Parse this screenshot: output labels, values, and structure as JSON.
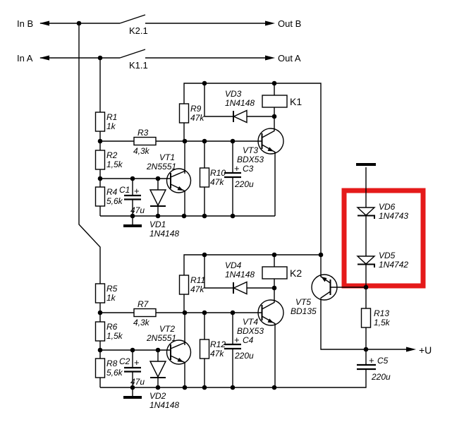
{
  "io": {
    "in_b": "In B",
    "in_a": "In A",
    "out_b": "Out B",
    "out_a": "Out A",
    "supply_label": "+U"
  },
  "switches": {
    "k2_1": "K2.1",
    "k1_1": "K1.1"
  },
  "relays": {
    "k1": "K1",
    "k2": "K2"
  },
  "colors": {
    "highlight": "#e51a1a",
    "wire": "#000000"
  },
  "components": {
    "r1": {
      "name": "R1",
      "value": "1k"
    },
    "r2": {
      "name": "R2",
      "value": "1,5k"
    },
    "r3": {
      "name": "R3",
      "value": "4,3k"
    },
    "r4": {
      "name": "R4",
      "value": "5,6k"
    },
    "r5": {
      "name": "R5",
      "value": "1k"
    },
    "r6": {
      "name": "R6",
      "value": "1,5k"
    },
    "r7": {
      "name": "R7",
      "value": "4,3k"
    },
    "r8": {
      "name": "R8",
      "value": "5,6k"
    },
    "r9": {
      "name": "R9",
      "value": "47k"
    },
    "r10": {
      "name": "R10",
      "value": "47k"
    },
    "r11": {
      "name": "R11",
      "value": "47k"
    },
    "r12": {
      "name": "R12",
      "value": "47k"
    },
    "r13": {
      "name": "R13",
      "value": "1,5k"
    },
    "c1": {
      "name": "C1",
      "value": "47u",
      "polarity": "+"
    },
    "c2": {
      "name": "C2",
      "value": "47u",
      "polarity": "+"
    },
    "c3": {
      "name": "C3",
      "value": "220u",
      "polarity": "+"
    },
    "c4": {
      "name": "C4",
      "value": "220u",
      "polarity": "+"
    },
    "c5": {
      "name": "C5",
      "value": "220u",
      "polarity": "+"
    },
    "vd1": {
      "name": "VD1",
      "value": "1N4148"
    },
    "vd2": {
      "name": "VD2",
      "value": "1N4148"
    },
    "vd3": {
      "name": "VD3",
      "value": "1N4148"
    },
    "vd4": {
      "name": "VD4",
      "value": "1N4148"
    },
    "vd5": {
      "name": "VD5",
      "value": "1N4742"
    },
    "vd6": {
      "name": "VD6",
      "value": "1N4743"
    },
    "vt1": {
      "name": "VT1",
      "value": "2N5551"
    },
    "vt2": {
      "name": "VT2",
      "value": "2N5551"
    },
    "vt3": {
      "name": "VT3",
      "value": "BDX53"
    },
    "vt4": {
      "name": "VT4",
      "value": "BDX53"
    },
    "vt5": {
      "name": "VT5",
      "value": "BD135"
    }
  }
}
